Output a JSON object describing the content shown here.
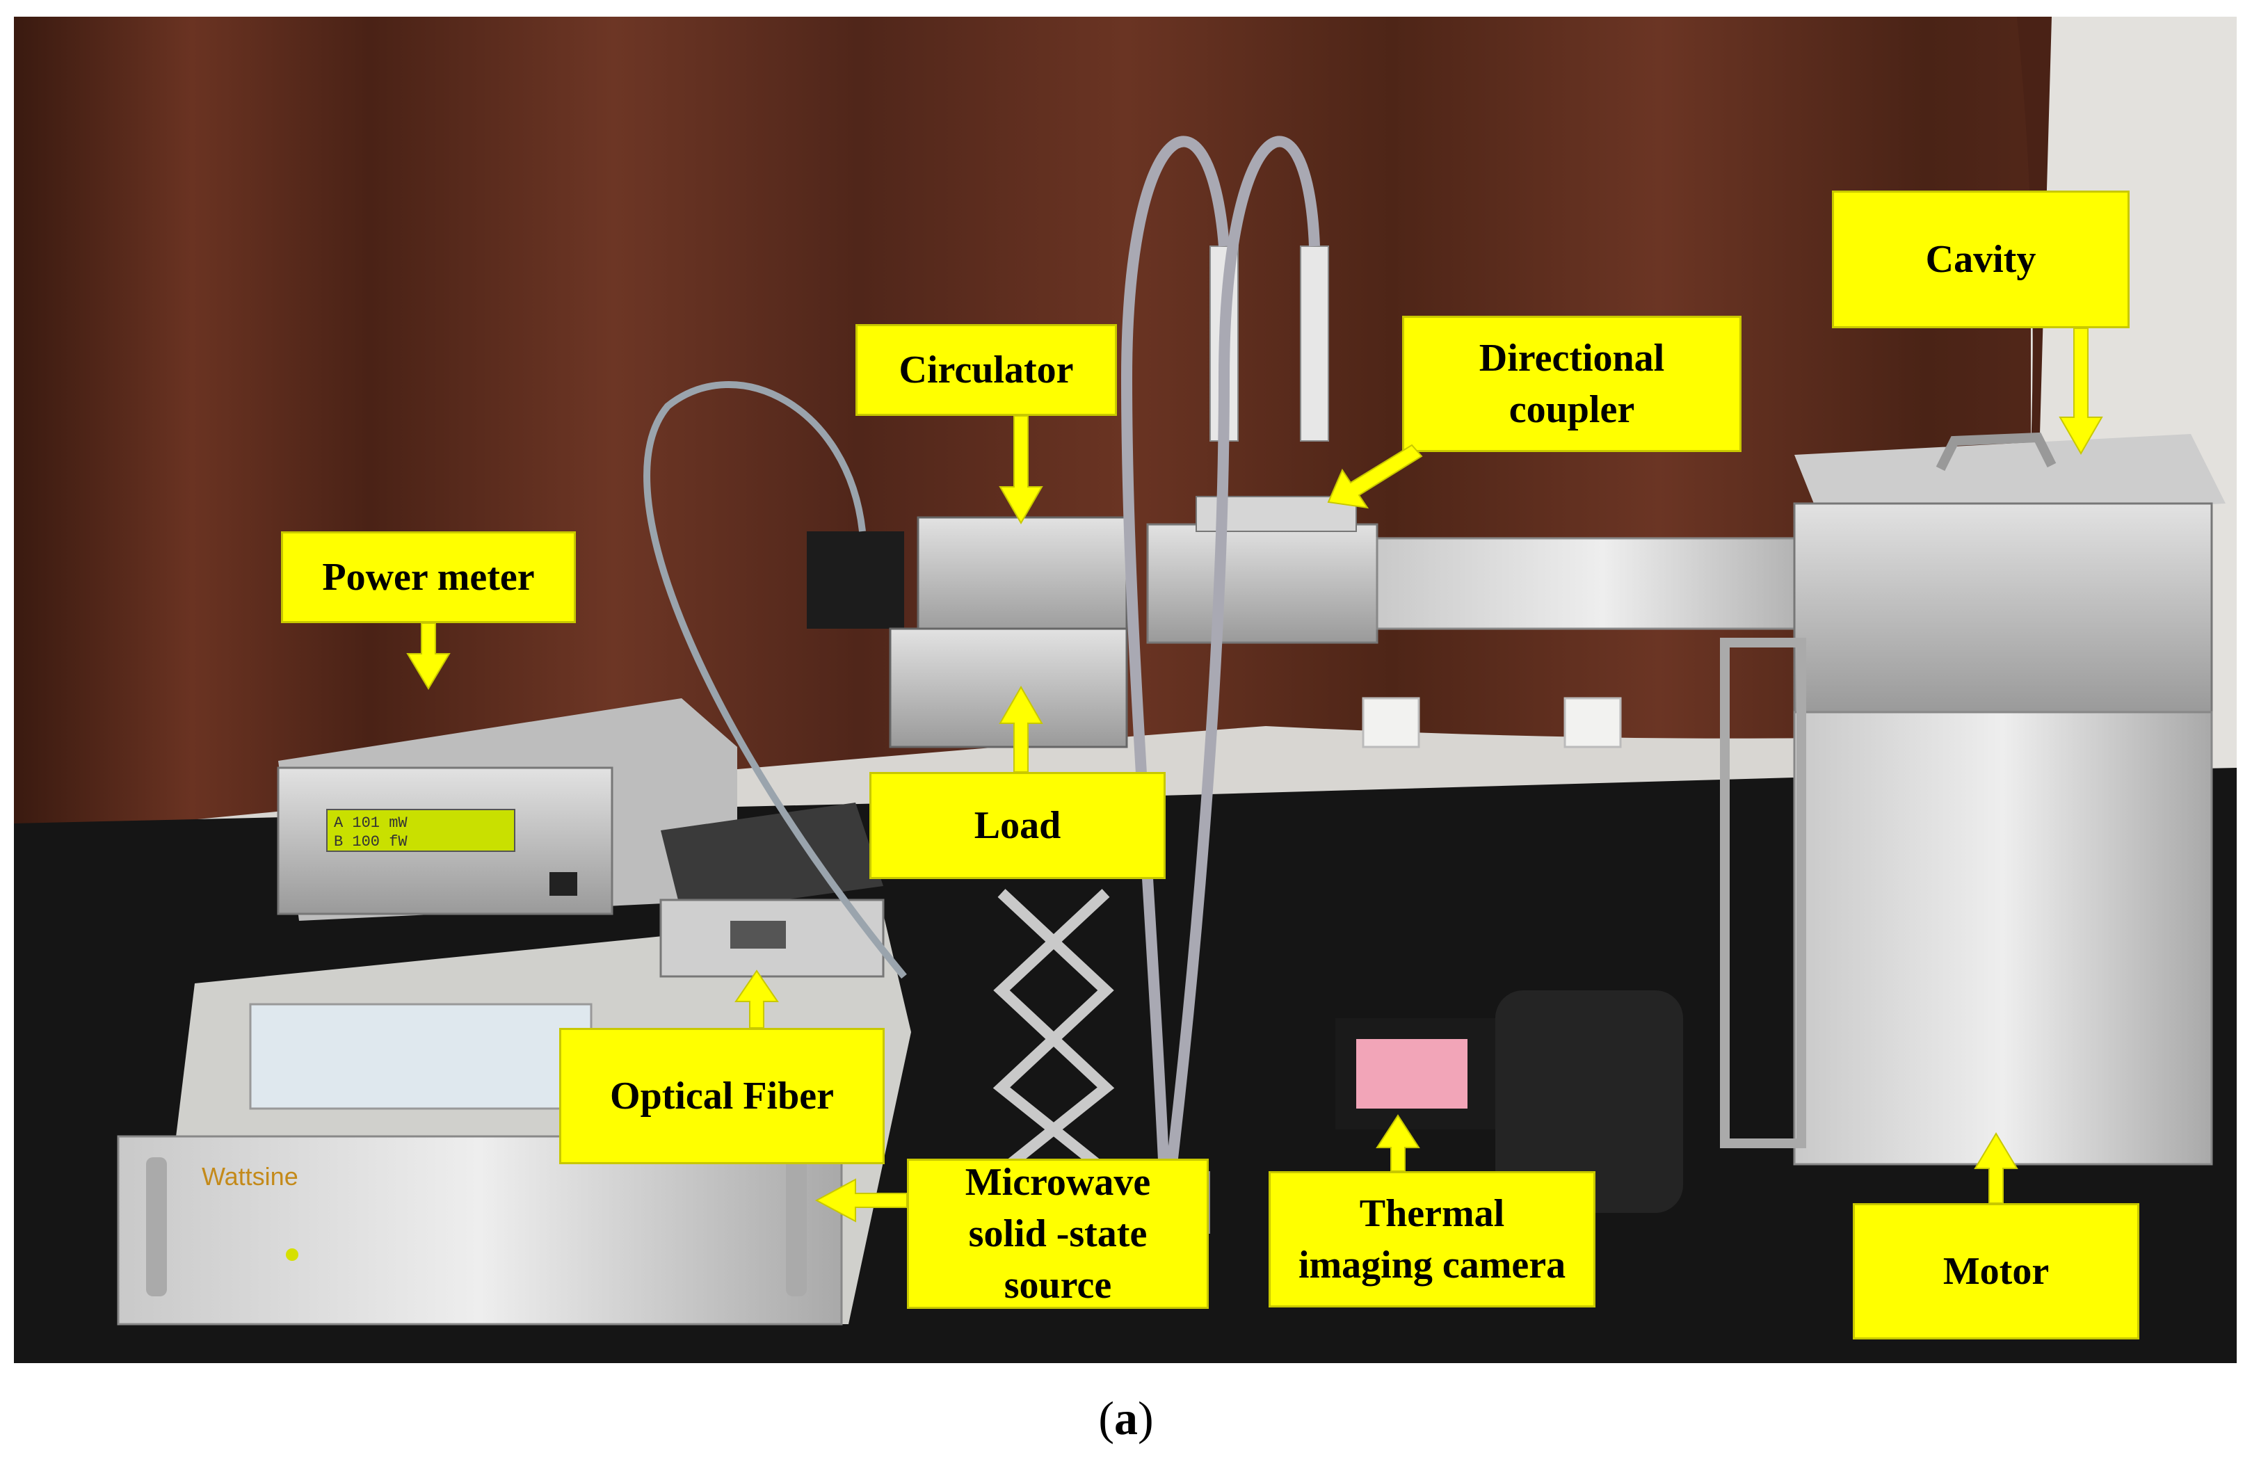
{
  "colors": {
    "label_fill": "#ffff00",
    "label_text": "#000000",
    "curtain": "#5a2a1a",
    "table": "#141414"
  },
  "labels": {
    "power_meter": "Power meter",
    "circulator": "Circulator",
    "directional_coupler": "Directional\ncoupler",
    "cavity": "Cavity",
    "load": "Load",
    "optical_fiber": "Optical Fiber",
    "microwave_source": "Microwave\nsolid -state\nsource",
    "thermal_camera": "Thermal\nimaging camera",
    "motor": "Motor"
  },
  "device_text": {
    "wattsine": "Wattsine",
    "meter_line1": "A   101   mW",
    "meter_line2": "B   100   fW"
  },
  "caption": {
    "open": "(",
    "letter": "a",
    "close": ")"
  }
}
